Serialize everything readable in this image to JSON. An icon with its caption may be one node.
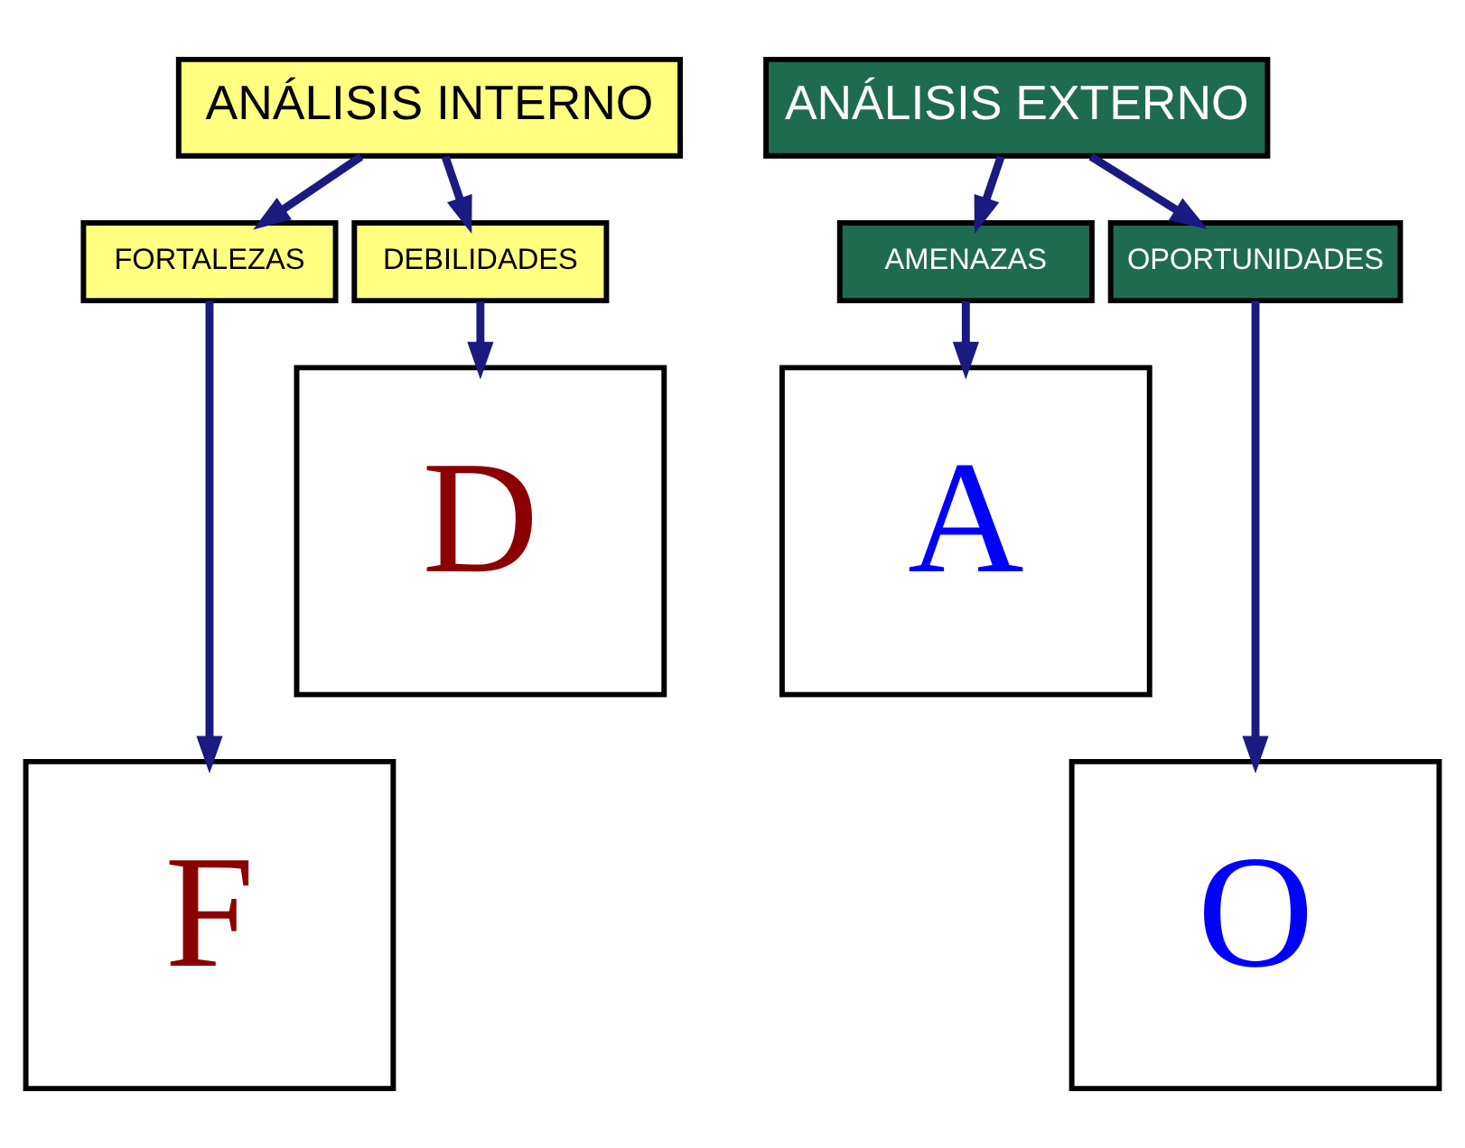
{
  "diagram": {
    "nodes": [
      {
        "text": [
          "ANÁLISIS INTERNO"
        ]
      },
      {
        "text": [
          "ANÁLISIS EXTERNO"
        ]
      },
      {
        "text": [
          "FORTALEZAS"
        ]
      },
      {
        "text": [
          "DEBILIDADES"
        ]
      },
      {
        "text": [
          "AMENAZAS"
        ]
      },
      {
        "text": [
          "OPORTUNIDADES"
        ]
      },
      {
        "text": [
          "D"
        ]
      },
      {
        "text": [
          "A"
        ]
      },
      {
        "text": [
          "F"
        ]
      },
      {
        "text": [
          "O"
        ]
      }
    ],
    "edges": [
      {
        "from": 0,
        "to": 2,
        "arrow": "to"
      },
      {
        "from": 0,
        "to": 3,
        "arrow": "to"
      },
      {
        "from": 1,
        "to": 4,
        "arrow": "to"
      },
      {
        "from": 1,
        "to": 5,
        "arrow": "to"
      },
      {
        "from": 2,
        "to": 8,
        "arrow": "to"
      },
      {
        "from": 3,
        "to": 6,
        "arrow": "to"
      },
      {
        "from": 4,
        "to": 7,
        "arrow": "to"
      },
      {
        "from": 5,
        "to": 9,
        "arrow": "to"
      }
    ]
  }
}
